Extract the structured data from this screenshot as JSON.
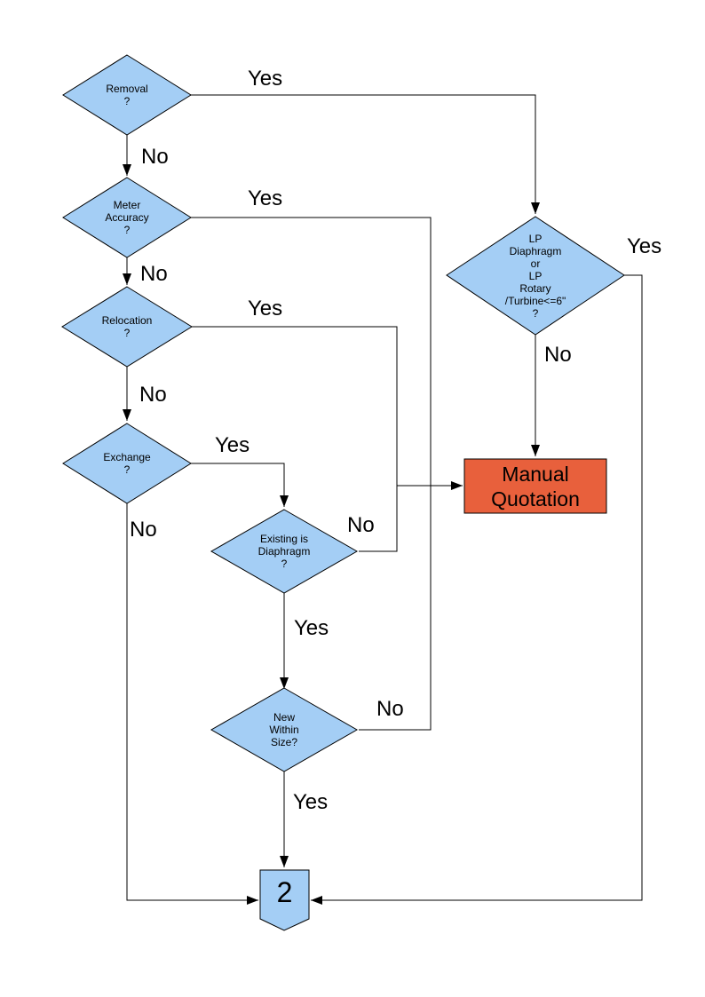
{
  "colors": {
    "node_fill": "#A4CEF5",
    "manual_fill": "#E8603C",
    "stroke": "#000000",
    "background": "#FFFFFF"
  },
  "nodes": {
    "removal": {
      "label": "Removal\n?"
    },
    "meter_accuracy": {
      "label": "Meter\nAccuracy\n?"
    },
    "relocation": {
      "label": "Relocation\n?"
    },
    "exchange": {
      "label": "Exchange\n?"
    },
    "existing_diaphragm": {
      "label": "Existing is\nDiaphragm\n?"
    },
    "new_within_size": {
      "label": "New\nWithin\nSize?"
    },
    "lp_meter": {
      "label": "LP\nDiaphragm\nor\nLP\nRotary\n/Turbine<=6\"\n?"
    },
    "manual_quotation": {
      "label": "Manual\nQuotation"
    },
    "page_connector": {
      "label": "2"
    }
  },
  "edges": {
    "removal_yes": "Yes",
    "removal_no": "No",
    "meter_accuracy_yes": "Yes",
    "meter_accuracy_no": "No",
    "relocation_yes": "Yes",
    "relocation_no": "No",
    "exchange_yes": "Yes",
    "exchange_no": "No",
    "existing_no": "No",
    "existing_yes": "Yes",
    "new_within_size_no": "No",
    "new_within_size_yes": "Yes",
    "lp_no": "No",
    "lp_yes": "Yes"
  }
}
